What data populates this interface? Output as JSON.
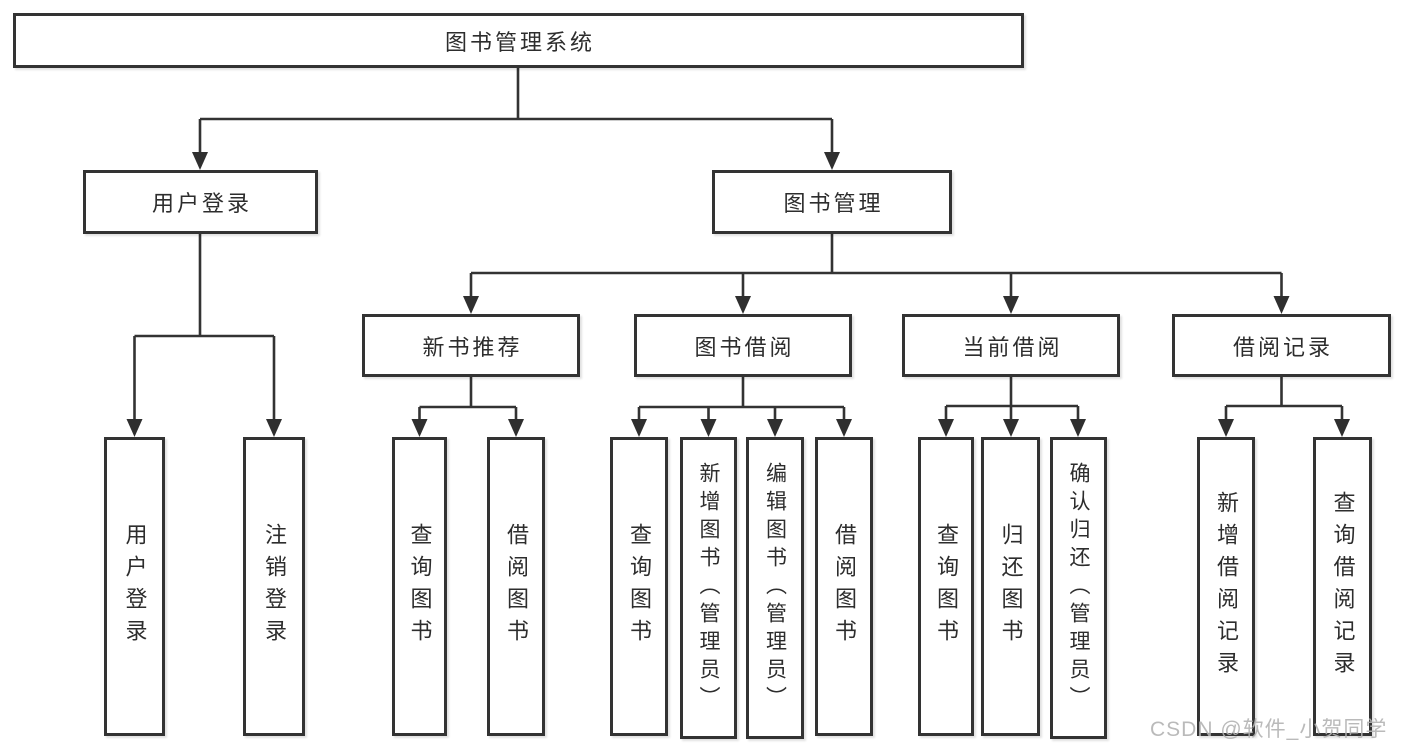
{
  "root": {
    "label": "图书管理系统"
  },
  "level2": {
    "user_login": {
      "label": "用户登录"
    },
    "book_mgmt": {
      "label": "图书管理"
    }
  },
  "level3": {
    "new_book_rec": {
      "label": "新书推荐"
    },
    "book_borrow": {
      "label": "图书借阅"
    },
    "current_borrow": {
      "label": "当前借阅"
    },
    "borrow_record": {
      "label": "借阅记录"
    }
  },
  "leaves": {
    "user_login": {
      "label": "用户登录"
    },
    "logout": {
      "label": "注销登录"
    },
    "rec_query_book": {
      "label": "查询图书"
    },
    "rec_borrow_book": {
      "label": "借阅图书"
    },
    "bb_query_book": {
      "label": "查询图书"
    },
    "bb_add_book": {
      "label": "新增图书（管理员）"
    },
    "bb_edit_book": {
      "label": "编辑图书（管理员）"
    },
    "bb_borrow_book": {
      "label": "借阅图书"
    },
    "cb_query_book": {
      "label": "查询图书"
    },
    "cb_return_book": {
      "label": "归还图书"
    },
    "cb_confirm_return": {
      "label": "确认归还（管理员）"
    },
    "br_add_record": {
      "label": "新增借阅记录"
    },
    "br_query_record": {
      "label": "查询借阅记录"
    }
  },
  "watermark": {
    "text": "CSDN @软件_小贺同学"
  },
  "colors": {
    "line": "#333333",
    "box_border": "#333333",
    "text": "#2d2d2d",
    "background": "#ffffff",
    "watermark": "#b3b3b3"
  }
}
